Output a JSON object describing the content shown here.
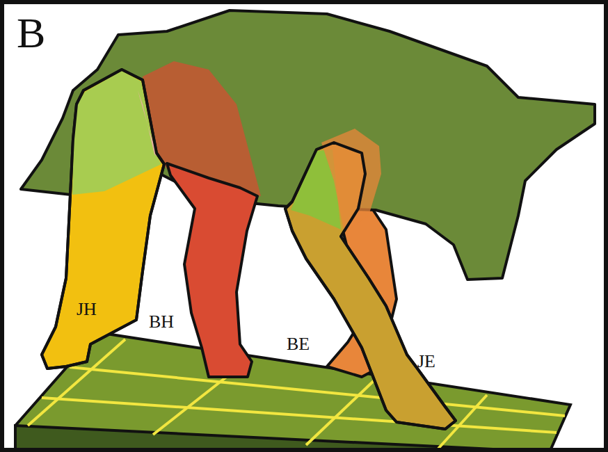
{
  "diagram": {
    "labels": [
      "B",
      "JH",
      "BH",
      "BE",
      "JE"
    ]
  }
}
